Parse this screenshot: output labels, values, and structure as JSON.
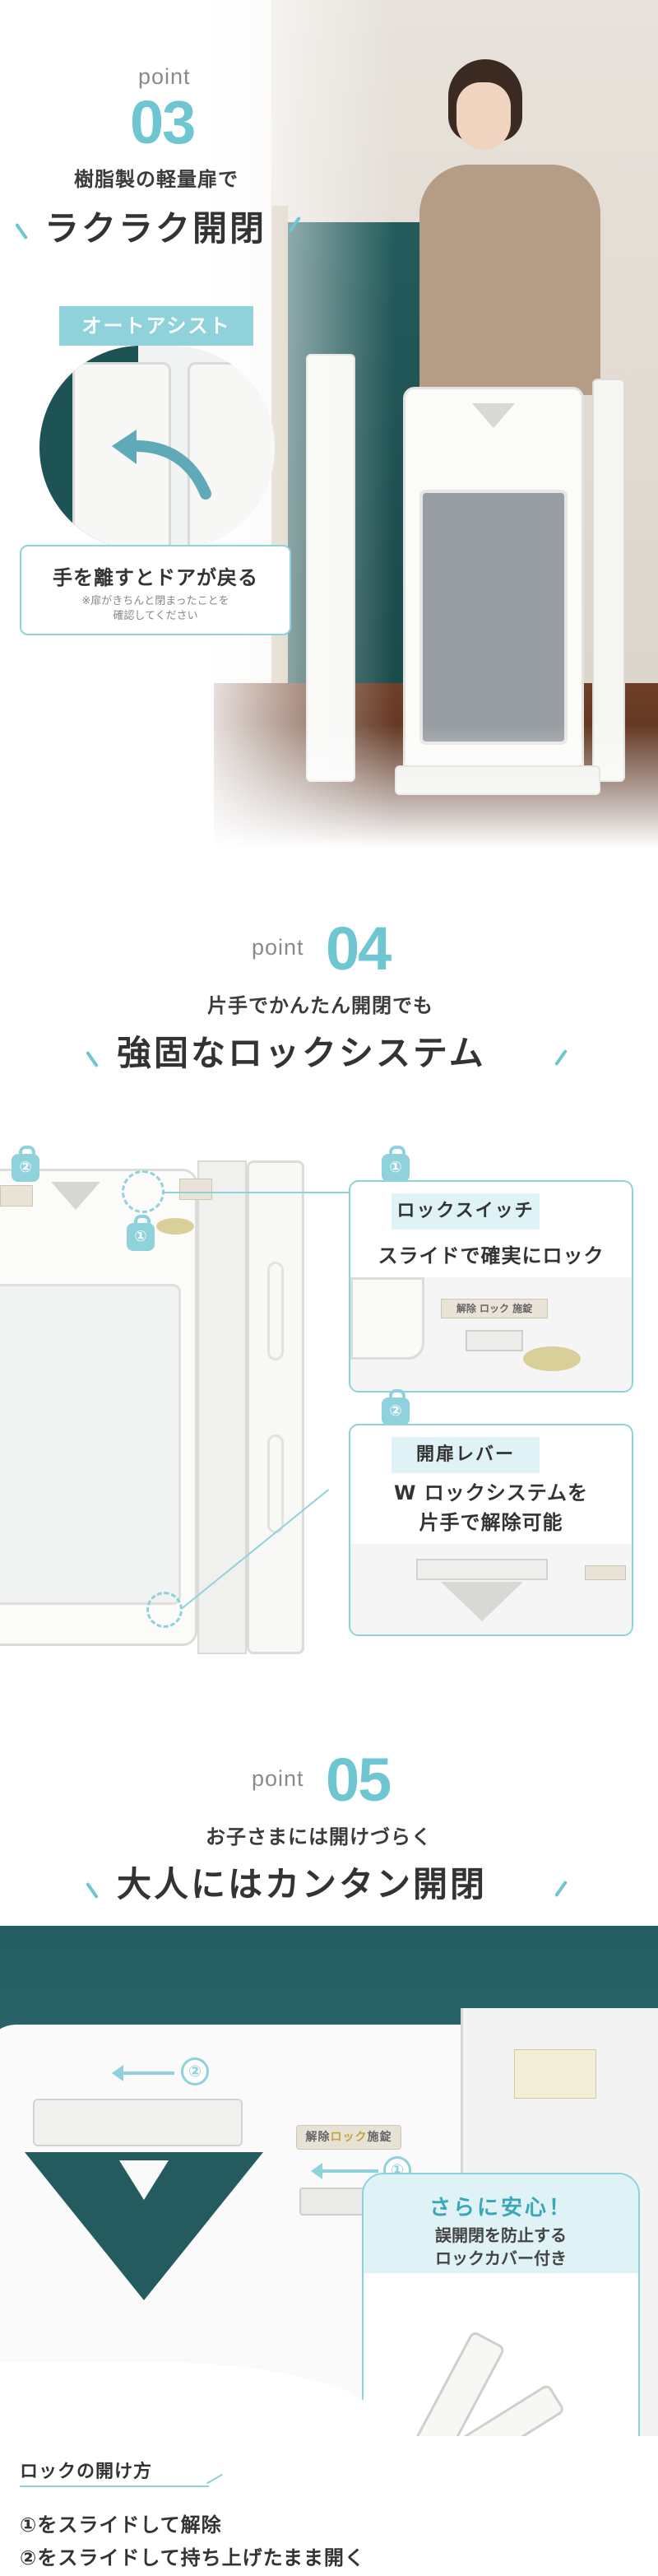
{
  "accent_color": "#8fd2dc",
  "point_number_color": "#6fc6d3",
  "sec03": {
    "point_word": "point",
    "point_num": "03",
    "subtitle": "樹脂製の軽量扉で",
    "headline": "ラクラク開閉",
    "tag": "オートアシスト",
    "box_title": "手を離すとドアが戻る",
    "box_note_1": "※扉がきちんと閉まったことを",
    "box_note_2": "確認してください"
  },
  "sec04": {
    "point_word": "point",
    "point_num": "04",
    "subtitle": "片手でかんたん開閉でも",
    "headline": "強固なロックシステム",
    "badge_1": "①",
    "badge_2": "②",
    "card1": {
      "badge": "①",
      "title": "ロックスイッチ",
      "desc": "スライドで確実にロック",
      "label": "解除 ロック 施錠"
    },
    "card2": {
      "badge": "②",
      "title": "開扉レバー",
      "desc_1": "W ロックシステムを",
      "desc_2": "片手で解除可能"
    }
  },
  "sec05": {
    "point_word": "point",
    "point_num": "05",
    "subtitle": "お子さまには開けづらく",
    "headline": "大人にはカンタン開閉",
    "mark_1": "①",
    "mark_2": "②",
    "switch_label": {
      "left": "解除",
      "mid": "ロック",
      "right": "施錠"
    },
    "safe_title": "さらに安心！",
    "safe_desc_1": "誤開閉を防止する",
    "safe_desc_2": "ロックカバー付き",
    "howto_title": "ロックの開け方",
    "step_1": "①をスライドして解除",
    "step_2": "②をスライドして持ち上げたまま開く"
  }
}
